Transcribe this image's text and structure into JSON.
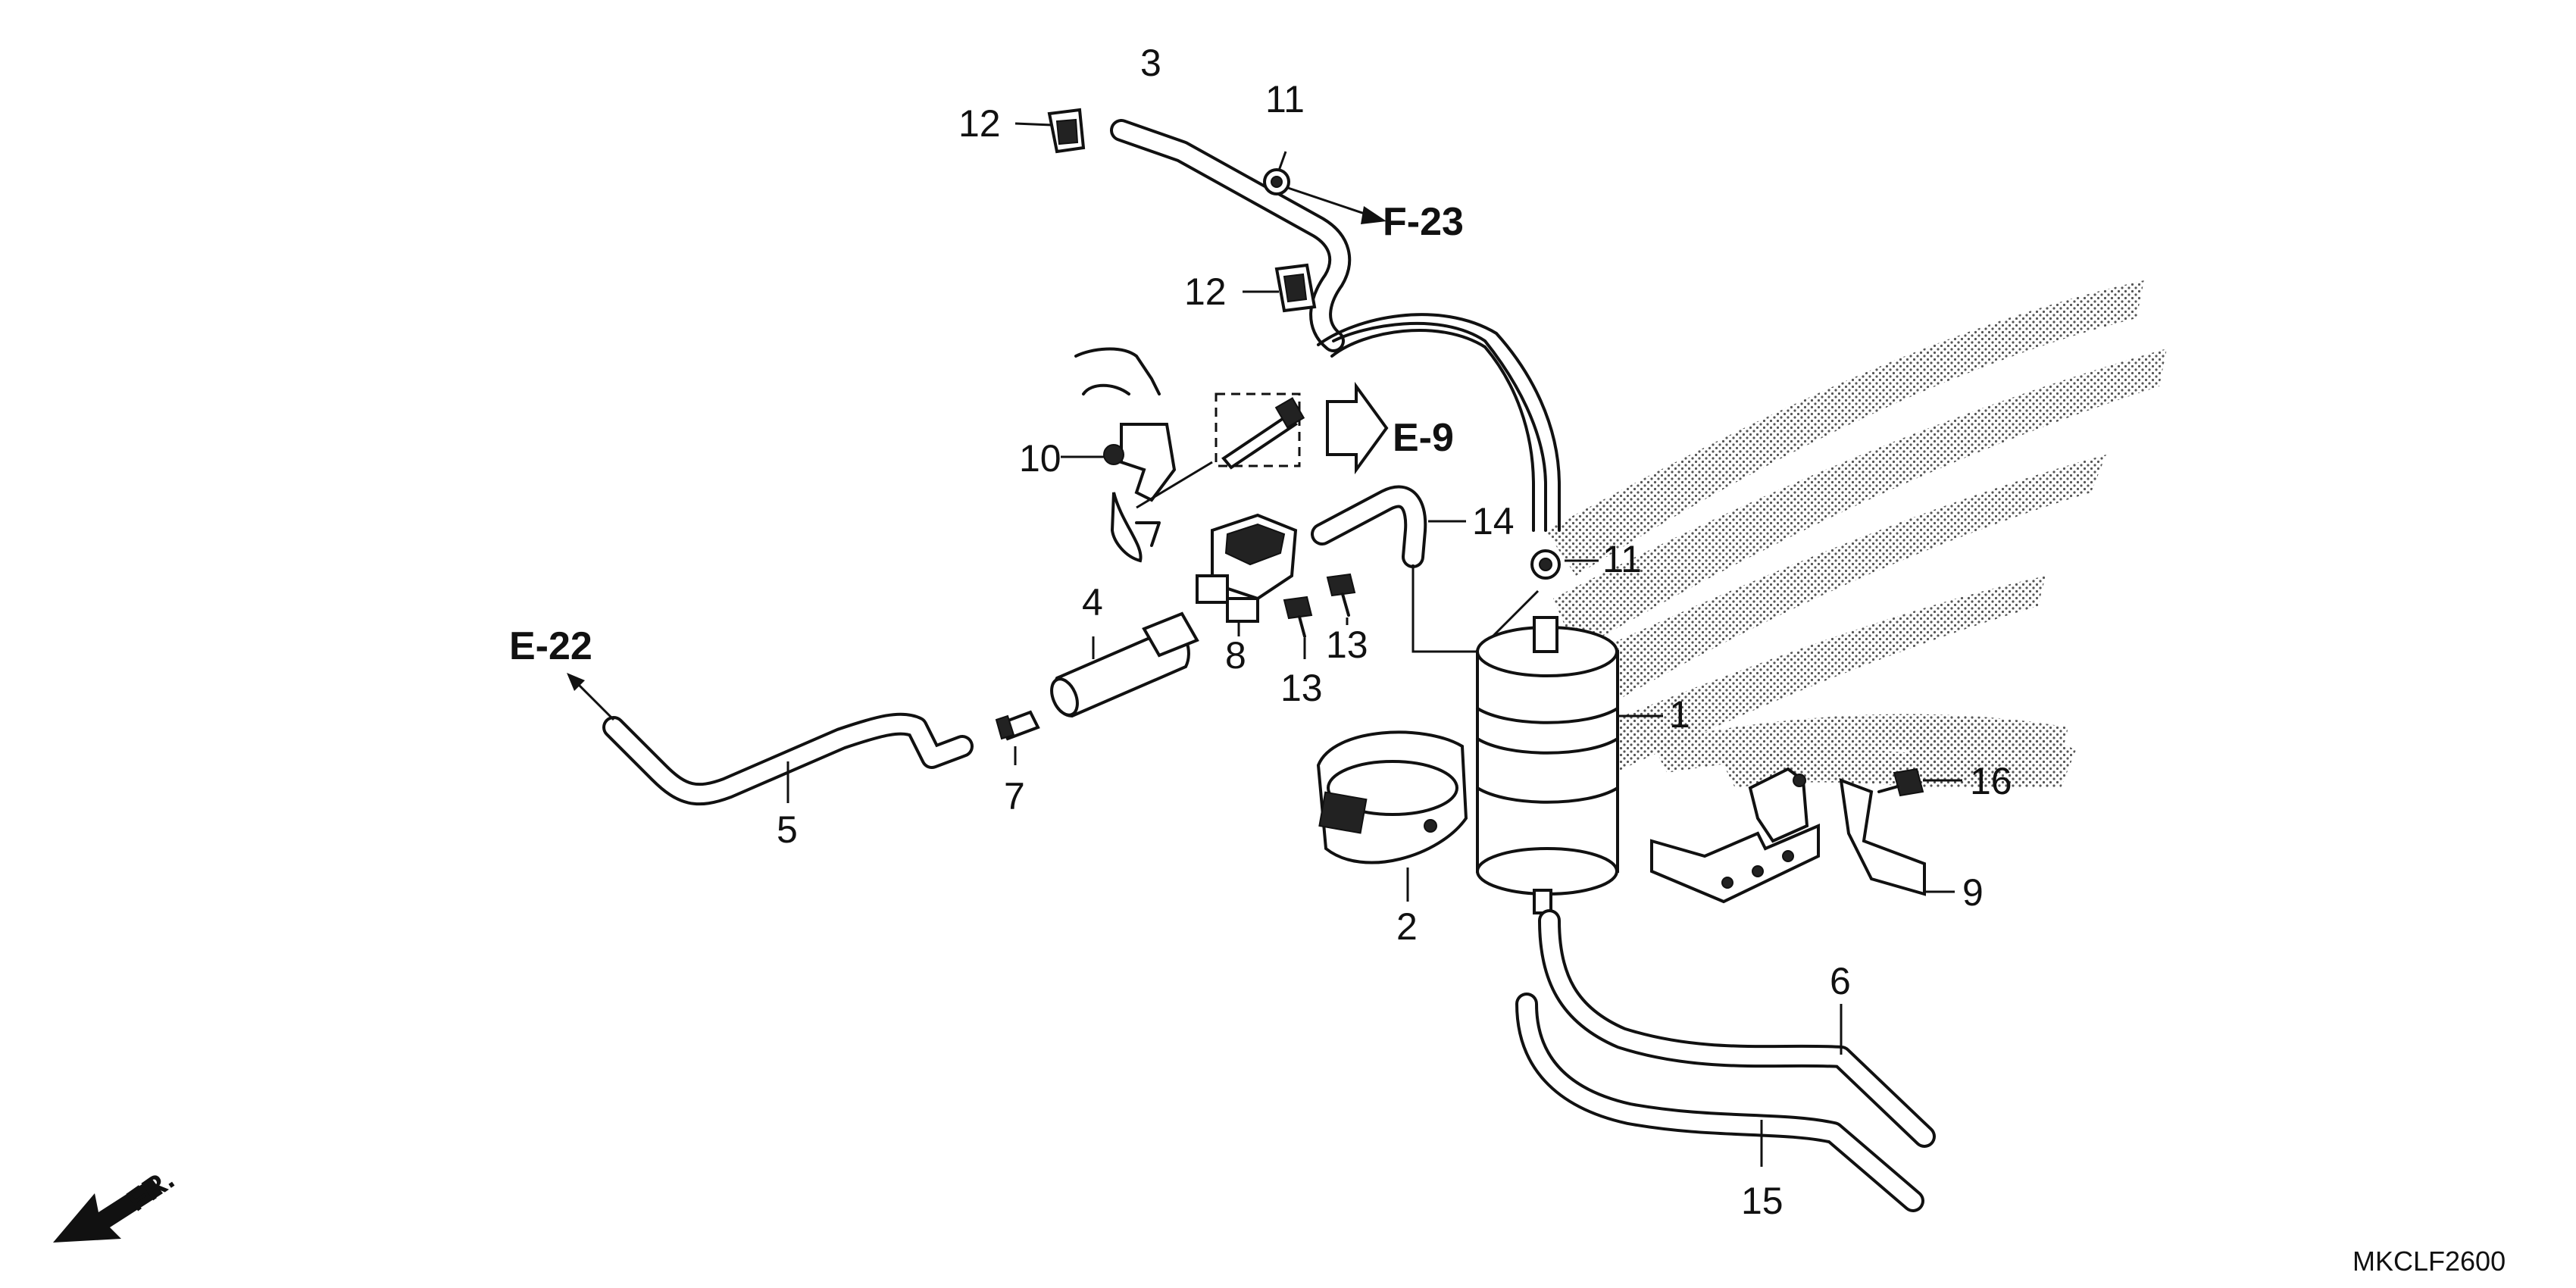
{
  "diagram": {
    "code": "MKCLF2600",
    "front_label": "FR.",
    "references": {
      "f23": "F-23",
      "e9": "E-9",
      "e22": "E-22"
    },
    "callouts": {
      "c1": "1",
      "c2": "2",
      "c3": "3",
      "c4": "4",
      "c5": "5",
      "c6": "6",
      "c7": "7",
      "c8": "8",
      "c9": "9",
      "c10": "10",
      "c11a": "11",
      "c11b": "11",
      "c12a": "12",
      "c12b": "12",
      "c13a": "13",
      "c13b": "13",
      "c14": "14",
      "c15": "15",
      "c16": "16"
    }
  }
}
